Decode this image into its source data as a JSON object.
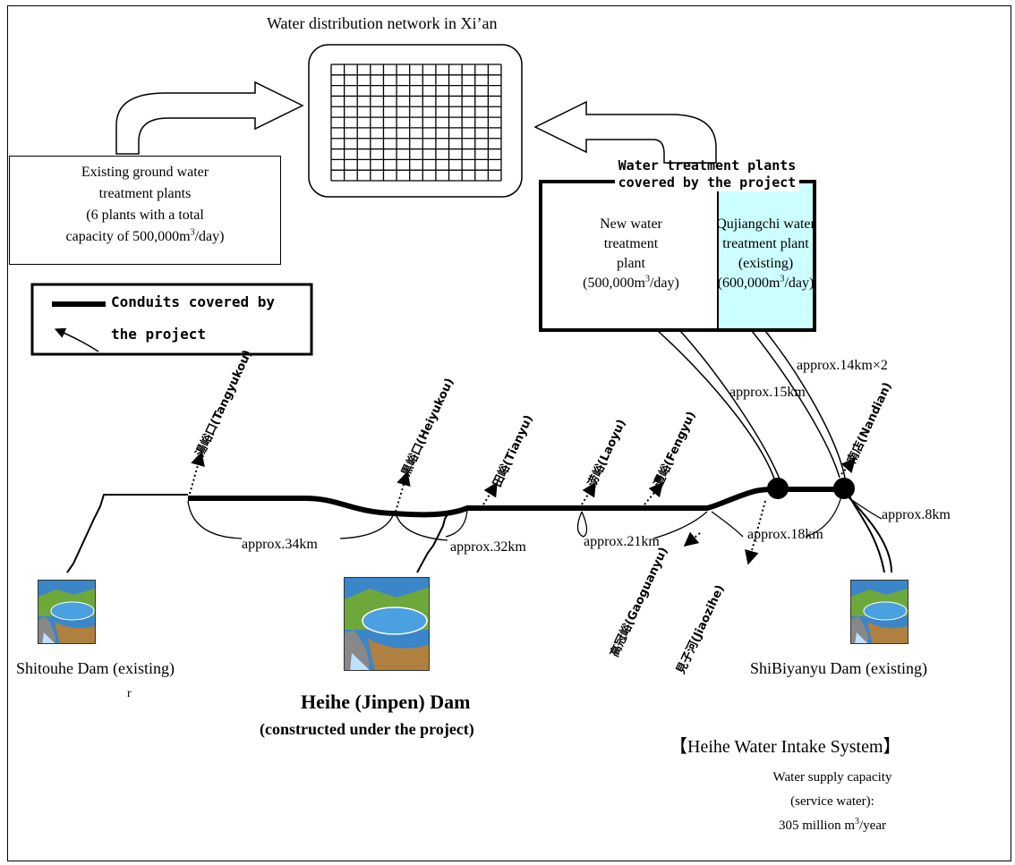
{
  "network_title": "Water distribution network in Xi’an",
  "groundwater_box": {
    "line1": "Existing ground water",
    "line2": "treatment plants",
    "line3": "(6 plants with a total",
    "line4_prefix": "capacity of 500,000m",
    "line4_sup": "3",
    "line4_suffix": "/day)"
  },
  "treatment_plants": {
    "heading_line1": "Water treatment plants",
    "heading_line2": "covered by the project",
    "new_plant": {
      "line1": "New water",
      "line2": "treatment",
      "line3": "plant",
      "cap_prefix": "(500,000m",
      "cap_sup": "3",
      "cap_suffix": "/day)"
    },
    "qujiangchi": {
      "line1": "Qujiangchi water",
      "line2": "treatment plant",
      "line3": "(existing)",
      "cap_prefix": "(600,000m",
      "cap_sup": "3",
      "cap_suffix": "/day)"
    }
  },
  "legend": {
    "conduits_line1": "Conduits covered by",
    "conduits_line2": "the project"
  },
  "intakes": {
    "tangyukou": "湯峪口(Tangyukou)",
    "heiyukou": "黒峪口(Heiyukou)",
    "tianyu": "田峪(Tianyu)",
    "laoyu": "涝峪(Laoyu)",
    "fengyu": "灃峪(Fengyu)",
    "nandian": "南店(Nandian)",
    "gaoguanyu": "高冠峪(Gaoguanyu)",
    "jiaozihe": "見子河(Jiaozihe)"
  },
  "distances": {
    "d34": "approx.34km",
    "d32": "approx.32km",
    "d21": "approx.21km",
    "d18": "approx.18km",
    "d8": "approx.8km",
    "d15": "approx.15km",
    "d14x2": "approx.14km×2"
  },
  "dams": {
    "shitouhe": "Shitouhe Dam (existing)",
    "shitouhe_stray": "r",
    "heihe_line1": "Heihe (Jinpen) Dam",
    "heihe_line2": "(constructed under the project)",
    "shibiyanyu": "ShiBiyanyu Dam (existing)"
  },
  "system": {
    "title": "【Heihe Water Intake System】",
    "line1": "Water supply capacity",
    "line2": "(service water):",
    "line3_prefix": "305 million m",
    "line3_sup": "3",
    "line3_suffix": "/year"
  },
  "colors": {
    "qujiangchi_fill": "#ccffff",
    "conduit": "#000000",
    "dam_sky": "#3a86c8",
    "dam_water": "#4aa0e0",
    "dam_grass": "#6fa83a"
  }
}
